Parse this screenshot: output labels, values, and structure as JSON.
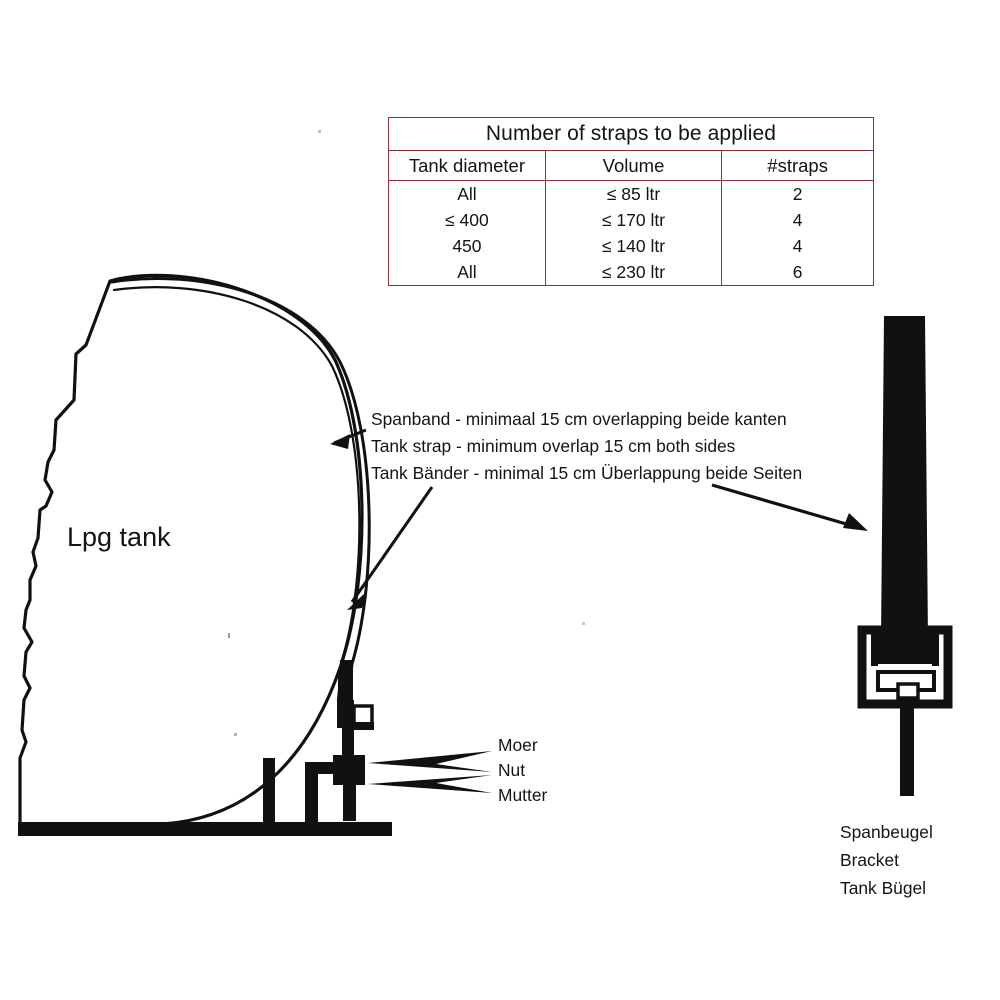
{
  "document": {
    "kind": "technical-illustration",
    "subject": "LPG tank strap mounting instruction"
  },
  "table": {
    "title": "Number of straps to be applied",
    "columns": [
      "Tank diameter",
      "Volume",
      "#straps"
    ],
    "rows": [
      {
        "diameter": "All",
        "volume": "≤ 85 ltr",
        "straps": "2"
      },
      {
        "diameter": "≤ 400",
        "volume": "≤ 170 ltr",
        "straps": "4"
      },
      {
        "diameter": "450",
        "volume": "≤ 140 ltr",
        "straps": "4"
      },
      {
        "diameter": "All",
        "volume": "≤ 230 ltr",
        "straps": "6"
      }
    ],
    "border_color": "#8d2f35"
  },
  "labels": {
    "tank": "Lpg tank",
    "strap_note": {
      "nl": "Spanband - minimaal 15 cm overlapping beide kanten",
      "en": "Tank strap - minimum overlap 15 cm both sides",
      "de": "Tank Bänder - minimal 15 cm Überlappung beide Seiten"
    },
    "nut_note": {
      "nl": "Moer",
      "en": "Nut",
      "de": "Mutter"
    },
    "bracket_note": {
      "nl": "Spanbeugel",
      "en": "Bracket",
      "de": "Tank Bügel"
    }
  },
  "colors": {
    "ink": "#111111",
    "background": "#ffffff",
    "table_border": "#8d2f35"
  },
  "icons": {
    "arrow_to_tank_strap": "arrow-left-icon",
    "arrow_to_strap_band": "arrow-down-left-icon",
    "arrow_to_bracket_detail": "arrow-down-right-icon",
    "arrow_to_nut_upper": "arrow-left-icon",
    "arrow_to_nut_lower": "arrow-left-icon"
  }
}
